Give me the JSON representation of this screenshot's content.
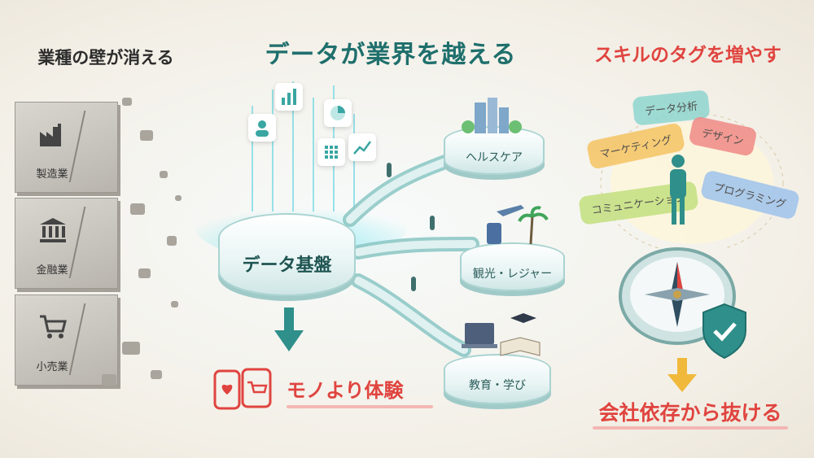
{
  "titles": {
    "main": "データが業界を越える",
    "left": "業種の壁が消える",
    "right": "スキルのタグを増やす"
  },
  "walls": [
    {
      "label": "製造業",
      "icon": "factory-icon"
    },
    {
      "label": "金融業",
      "icon": "bank-icon"
    },
    {
      "label": "小売業",
      "icon": "cart-icon"
    }
  ],
  "hub": {
    "label": "データ基盤"
  },
  "destinations": [
    {
      "label": "ヘルスケア",
      "icon": "city-icon"
    },
    {
      "label": "観光・レジャー",
      "icon": "travel-icon"
    },
    {
      "label": "教育・学び",
      "icon": "education-icon"
    }
  ],
  "experience": {
    "label": "モノより体験"
  },
  "skills": {
    "tags": [
      "データ分析",
      "マーケティング",
      "デザイン",
      "コミュニケーション",
      "プログラミング"
    ],
    "colors": [
      "#8fd6cf",
      "#f6c463",
      "#f08a86",
      "#c3e07f",
      "#9fc3ec"
    ]
  },
  "career": {
    "label": "会社依存から抜ける"
  },
  "colors": {
    "accent": "#1f6f6c",
    "highlight": "#e0443f",
    "glow": "#5fd9e6"
  }
}
